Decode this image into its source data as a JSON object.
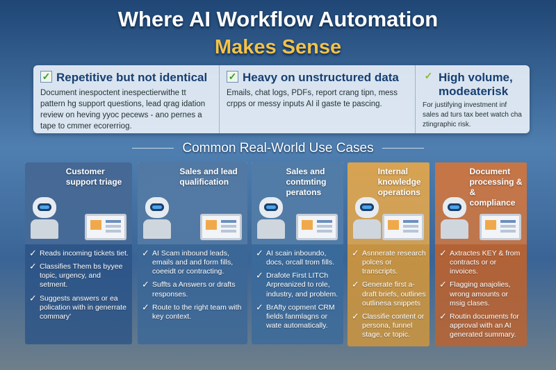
{
  "title_line1": "Where AI Workflow Automation",
  "title_line2": "Makes Sense",
  "criteria": [
    {
      "heading": "Repetitive but not identical",
      "text": "Document inespoctent inespectierwithe tt pattern hg support questions, lead qrag idation review on heving yyoc pecews - ano pernes a tape to cmmer ecorerriog."
    },
    {
      "heading": "Heavy on unstructured data",
      "text": "Emails, chat logs, PDFs, report crang tipn, mess crpps or messy inputs AI il gaste te pascing."
    },
    {
      "heading": "High volume, modeaterisk",
      "text": "For justifying investment inf sales ad turs tax beet watch cha ztingraphic risk."
    }
  ],
  "section_title": "Common Real-World Use Cases",
  "use_cases": [
    {
      "title": "Customer support triage",
      "color": "#2c5487",
      "items": [
        "Reads incoming tickets tiet.",
        "Classifies Them bs byyee topic, urgency, and setment.",
        "Suggests answers or ea polication with in generrate commary'"
      ]
    },
    {
      "title": "Sales and lead qualification",
      "color": "#3b6797",
      "items": [
        "AI Scam inbound leads, emails and and form fills, coeeidt or contracting.",
        "Suffts a Answers or drafts responses.",
        "Route to the right team with key context."
      ]
    },
    {
      "title": "Sales and contmting peratons",
      "color": "#3a6a9b",
      "items": [
        "AI scain inboundo, docs, orcall trom fills.",
        "Drafote First LITCh Arpreanized to role, industry, and problem.",
        "BrAfty copment CRM fields fanmlagns or wate automatically."
      ]
    },
    {
      "title": "Internal knowledge operations",
      "color": "#d3973a",
      "items": [
        "Asnnerate research polces or transcripts.",
        "Generate first a-draft briefs, outlines outlinesa snippets",
        "Classifie content or persona, funnel stage, or topic."
      ]
    },
    {
      "title": "Document processing & & compliance",
      "color": "#bf622c",
      "items": [
        "Axtractes KEY & from contracts or or invoices.",
        "Flagging anajolies, wrong amounts or msig clases.",
        "Routin documents for approval with an AI generated summary."
      ]
    }
  ]
}
